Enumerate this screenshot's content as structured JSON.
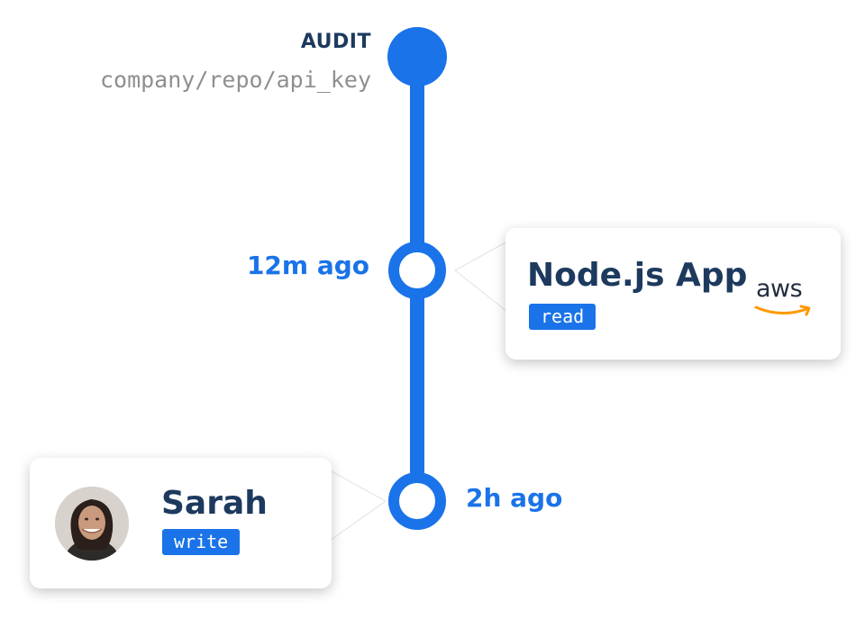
{
  "audit": {
    "title": "AUDIT",
    "path": "company/repo/api_key"
  },
  "events": [
    {
      "time": "12m ago",
      "actor": "Node.js App",
      "permission": "read",
      "icon": "aws-logo"
    },
    {
      "time": "2h ago",
      "actor": "Sarah",
      "permission": "write",
      "icon": "avatar"
    }
  ],
  "brand": {
    "text": "aws"
  },
  "colors": {
    "accent": "#1a73e8",
    "title": "#1d3a5e",
    "muted": "#8f8f8f",
    "aws_orange": "#ff9900"
  }
}
